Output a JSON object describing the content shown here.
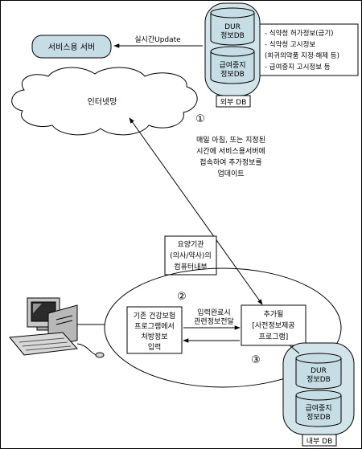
{
  "service_server": {
    "label": "서비스용 서버",
    "update_label": "실시간Update"
  },
  "internet": {
    "label": "인터넷망"
  },
  "external_db": {
    "caption": "외부 DB",
    "db1": {
      "line1": "DUR",
      "line2": "정보DB"
    },
    "db2": {
      "line1": "급여중지",
      "line2": "정보DB"
    },
    "notes": [
      "- 식약청 허가정보(금기)",
      "- 식약청 고시정보",
      "(희귀의약품 지정·해제 등)",
      "- 급여중지 고시정보 등"
    ]
  },
  "step1": {
    "number": "①",
    "lines": [
      "매일 아침, 또는 지정된",
      "시간에 서비스용서버에",
      "접속하여 추가정보를",
      "업데이트"
    ]
  },
  "institution": {
    "lines": [
      "요양기관",
      "(의사/약사)의",
      "컴퓨터내부"
    ]
  },
  "step2": {
    "number": "②"
  },
  "step3": {
    "number": "③"
  },
  "existing_program": {
    "lines": [
      "기존 건강보험",
      "프로그램에서",
      "처방정보",
      "입력"
    ]
  },
  "transfer": {
    "lines": [
      "입력완료시",
      "관련정보전달"
    ]
  },
  "added_program": {
    "lines": [
      "추가될",
      "[사전정보제공",
      "프로그램]"
    ]
  },
  "internal_db": {
    "caption": "내부 DB",
    "db1": {
      "line1": "DUR",
      "line2": "정보DB"
    },
    "db2": {
      "line1": "급여중지",
      "line2": "정보DB"
    }
  },
  "colors": {
    "cylinder_fill": "#c6dde6",
    "container_fill": "#d2e4ea",
    "outline": "#000000"
  }
}
